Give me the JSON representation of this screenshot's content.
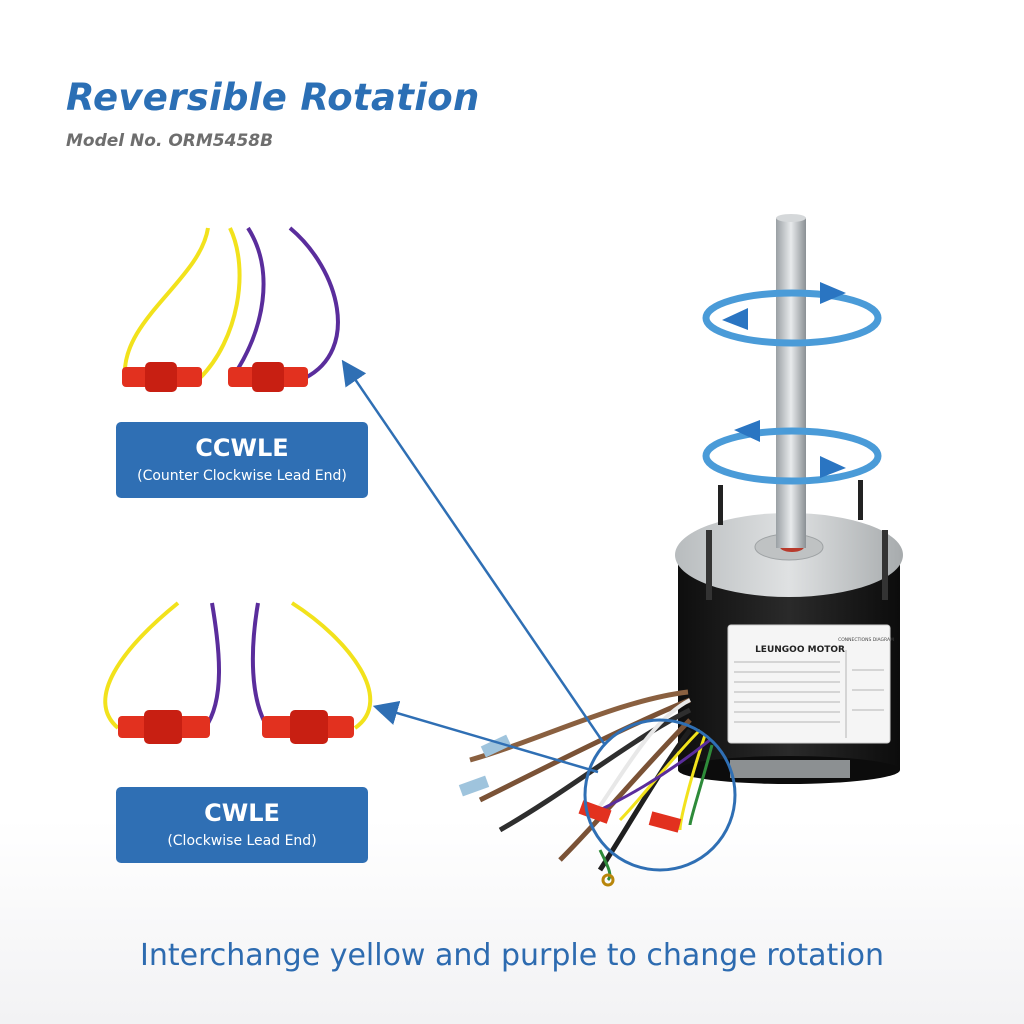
{
  "header": {
    "title": "Reversible Rotation",
    "model": "Model No. ORM5458B"
  },
  "labels": {
    "ccwle_code": "CCWLE",
    "ccwle_desc": "(Counter Clockwise Lead End)",
    "cwle_code": "CWLE",
    "cwle_desc": "(Clockwise Lead End)"
  },
  "motor": {
    "brand": "LEUNGOO MOTOR",
    "diagram_label": "CONNECTIONS DIAGRAM"
  },
  "caption": "Interchange yellow and purple to change rotation",
  "colors": {
    "accent": "#2f6fb4",
    "wire_yellow": "#f2e21c",
    "wire_purple": "#5a2d9c",
    "connector_red": "#e2311f",
    "rotation_arrow": "#4a9bd8"
  }
}
